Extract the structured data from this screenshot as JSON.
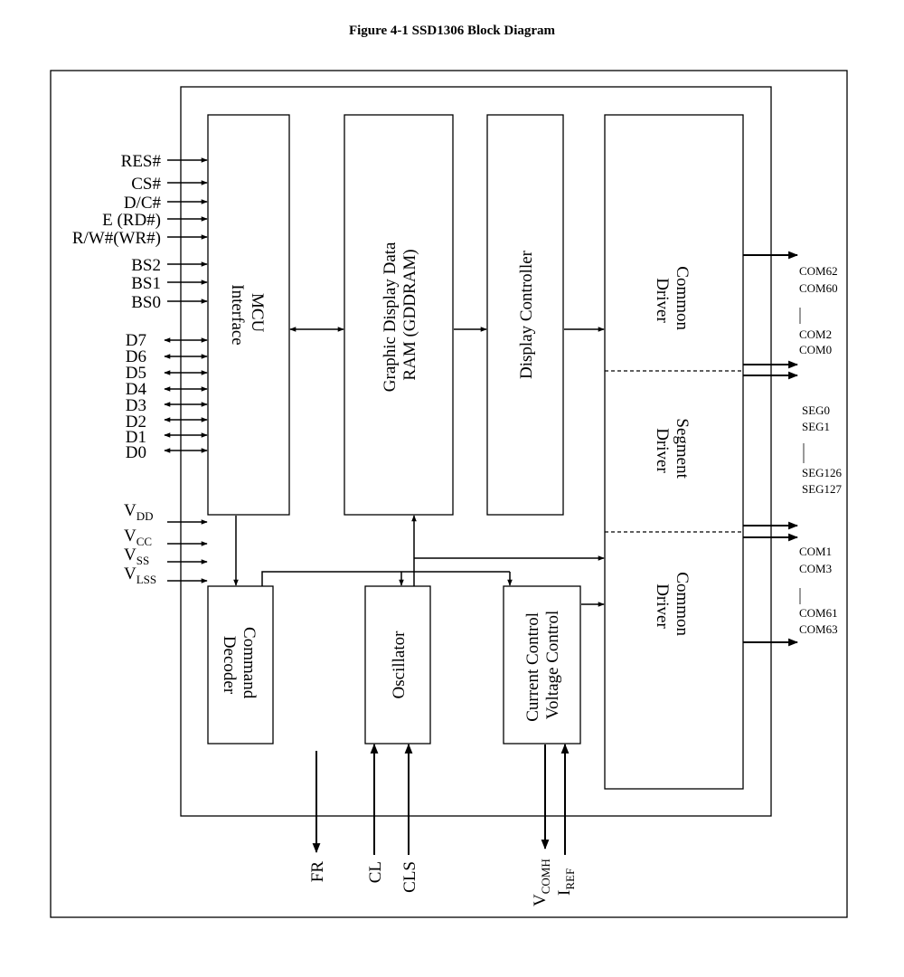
{
  "title": "Figure 4-1 SSD1306 Block Diagram",
  "blocks": {
    "mcu": [
      "MCU",
      "Interface"
    ],
    "gddram": [
      "Graphic Display Data",
      "RAM (GDDRAM)"
    ],
    "display_controller": [
      "Display Controller"
    ],
    "common_top": [
      "Common",
      "Driver"
    ],
    "segment": [
      "Segment",
      "Driver"
    ],
    "common_bottom": [
      "Common",
      "Driver"
    ],
    "command_decoder": [
      "Command",
      "Decoder"
    ],
    "oscillator": [
      "Oscillator"
    ],
    "current_control": [
      "Current Control",
      "Voltage Control"
    ]
  },
  "control_pins": [
    "RES#",
    "CS#",
    "D/C#",
    "E (RD#)",
    "R/W#(WR#)",
    "BS2",
    "BS1",
    "BS0"
  ],
  "data_pins": [
    "D7",
    "D6",
    "D5",
    "D4",
    "D3",
    "D2",
    "D1",
    "D0"
  ],
  "power_pins": [
    {
      "main": "V",
      "sub": "DD"
    },
    {
      "main": "V",
      "sub": "CC"
    },
    {
      "main": "V",
      "sub": "SS"
    },
    {
      "main": "V",
      "sub": "LSS"
    }
  ],
  "bottom_pins": {
    "fr": "FR",
    "cl": "CL",
    "cls": "CLS",
    "vcomh": {
      "main": "V",
      "sub": "COMH"
    },
    "iref": {
      "main": "I",
      "sub": "REF"
    }
  },
  "outputs": {
    "com_top": [
      "COM62",
      "COM60",
      "COM2",
      "COM0"
    ],
    "seg": [
      "SEG0",
      "SEG1",
      "SEG126",
      "SEG127"
    ],
    "com_bottom": [
      "COM1",
      "COM3",
      "COM61",
      "COM63"
    ]
  }
}
